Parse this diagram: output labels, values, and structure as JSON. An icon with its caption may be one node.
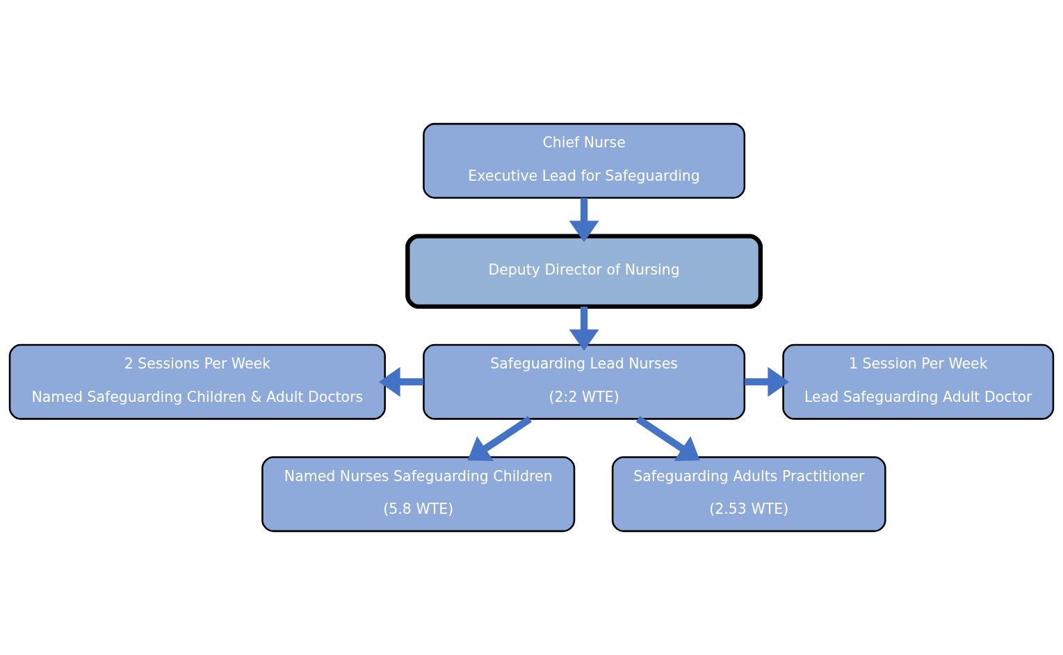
{
  "diagram": {
    "nodes": [
      {
        "text": [
          "Chief Nurse",
          "Executive Lead for Safeguarding"
        ]
      },
      {
        "text": [
          "Deputy Director of Nursing"
        ]
      },
      {
        "text": [
          "Safeguarding Lead Nurses",
          "(2:2 WTE)"
        ]
      },
      {
        "text": [
          "2 Sessions Per Week",
          "Named Safeguarding Children & Adult Doctors"
        ]
      },
      {
        "text": [
          "1 Session Per Week",
          "Lead Safeguarding Adult Doctor"
        ]
      },
      {
        "text": [
          "Named Nurses Safeguarding Children",
          "(5.8 WTE)"
        ]
      },
      {
        "text": [
          "Safeguarding Adults Practitioner",
          "(2.53 WTE)"
        ]
      }
    ],
    "edges": [
      {
        "from": 0,
        "to": 1,
        "arrow": "to"
      },
      {
        "from": 1,
        "to": 2,
        "arrow": "to"
      },
      {
        "from": 2,
        "to": 3,
        "arrow": "to"
      },
      {
        "from": 2,
        "to": 4,
        "arrow": "to"
      },
      {
        "from": 2,
        "to": 5,
        "arrow": "to"
      },
      {
        "from": 2,
        "to": 6,
        "arrow": "to"
      }
    ]
  }
}
